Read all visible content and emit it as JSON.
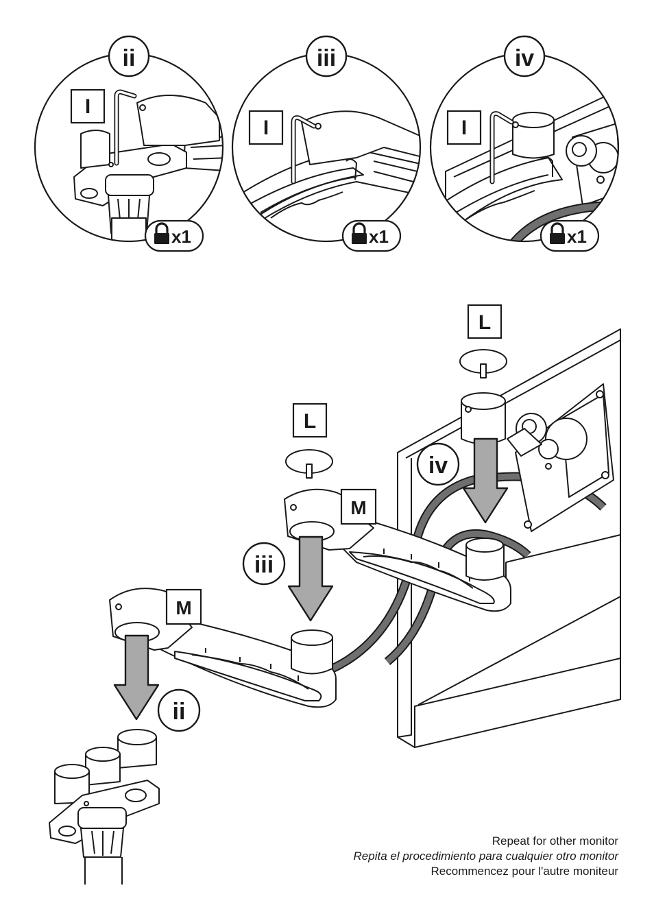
{
  "details": [
    {
      "step": "ii",
      "tool_label": "I",
      "lock_qty": "x1"
    },
    {
      "step": "iii",
      "tool_label": "I",
      "lock_qty": "x1"
    },
    {
      "step": "iv",
      "tool_label": "I",
      "lock_qty": "x1"
    }
  ],
  "main": {
    "cap_label_upper": "L",
    "cap_label_lower": "L",
    "arm_label_upper": "M",
    "arm_label_lower": "M",
    "step_iv": "iv",
    "step_iii": "iii",
    "step_ii": "ii"
  },
  "caption": {
    "en": "Repeat for other monitor",
    "es": "Repita el procedimiento para cualquier otro monitor",
    "fr": "Recommencez pour l'autre moniteur"
  },
  "colors": {
    "ink": "#1a1a1a",
    "arrow": "#a9a9a9",
    "cable": "#6f6f6f",
    "fill": "#ffffff"
  }
}
